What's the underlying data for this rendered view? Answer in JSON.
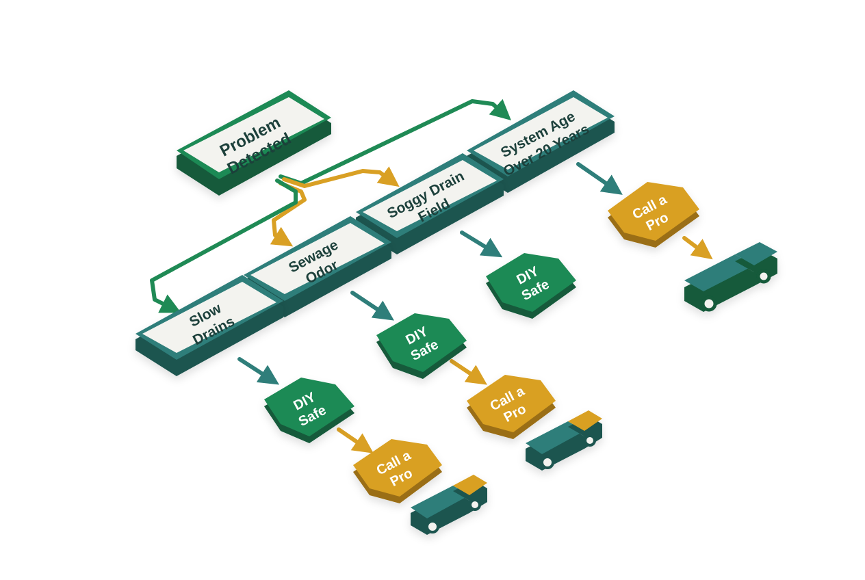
{
  "colors": {
    "green": "#1f8a55",
    "green_dark": "#125a3a",
    "teal": "#2f7e7a",
    "teal_dark": "#1b5450",
    "gold": "#d9a024",
    "gold_dark": "#9a6e12",
    "box_face": "#f3f3ef",
    "text_dark": "#1d3f3a",
    "text_light": "#ffffff"
  },
  "nodes": {
    "problem": {
      "line1": "Problem",
      "line2": "Detected"
    },
    "slow_drains": {
      "line1": "Slow",
      "line2": "Drains"
    },
    "sewage_odor": {
      "line1": "Sewage",
      "line2": "Odor"
    },
    "soggy_field": {
      "line1": "Soggy Drain",
      "line2": "Field"
    },
    "system_age": {
      "line1": "System Age",
      "line2": "Over 20 Years"
    }
  },
  "outcomes": {
    "diy": {
      "line1": "DIY",
      "line2": "Safe"
    },
    "pro": {
      "line1": "Call a",
      "line2": "Pro"
    }
  },
  "icons": {
    "truck": "truck-icon"
  }
}
